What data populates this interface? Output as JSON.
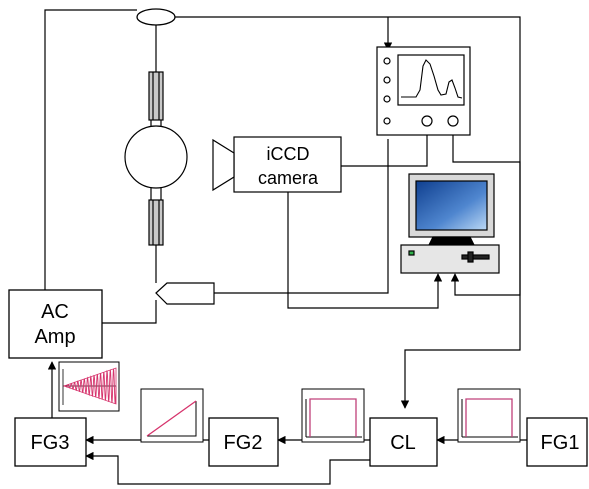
{
  "boxes": {
    "ac_amp": {
      "line1": "AC",
      "line2": "Amp"
    },
    "iccd": {
      "line1": "iCCD",
      "line2": "camera"
    },
    "fg3": "FG3",
    "fg2": "FG2",
    "cl": "CL",
    "fg1": "FG1"
  },
  "colors": {
    "line": "#000000",
    "signal": "#d6336c",
    "pulse": "#c0407a",
    "monitor_top": "#1a4fa0",
    "monitor_bottom": "#9ec4ee",
    "led": "#2fb14a",
    "tube_fill": "#c8c8c8"
  },
  "icons": [
    "lamp-icon",
    "oscilloscope-icon",
    "camera-icon",
    "computer-icon",
    "photodiode-icon",
    "current-probe-icon"
  ]
}
